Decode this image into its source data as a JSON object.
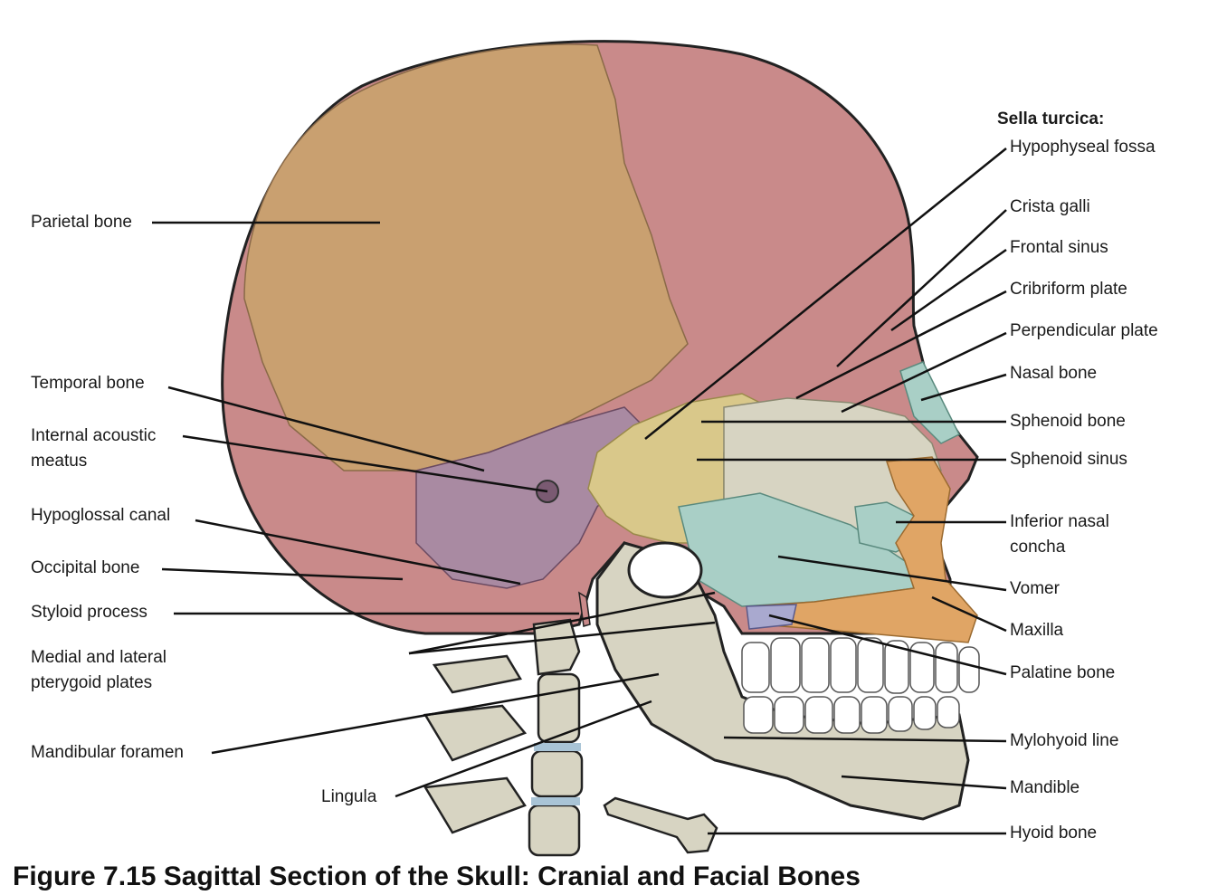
{
  "figure": {
    "caption": "Figure 7.15 Sagittal Section of the Skull: Cranial and Facial Bones",
    "colors": {
      "parietal": "#c9a070",
      "frontal_occipital": "#c98a8a",
      "temporal": "#a98aa2",
      "sphenoid": "#d9c88a",
      "ethmoid_mandible": "#d7d4c2",
      "vomer_nasal": "#a9cfc6",
      "maxilla": "#e0a565",
      "palatine": "#a9a9cf",
      "teeth": "#ffffff",
      "outline": "#222222"
    }
  },
  "labels": {
    "left": {
      "parietal_bone": "Parietal bone",
      "temporal_bone": "Temporal bone",
      "internal_acoustic_1": "Internal acoustic",
      "internal_acoustic_2": "meatus",
      "hypoglossal_canal": "Hypoglossal canal",
      "occipital_bone": "Occipital bone",
      "styloid_process": "Styloid process",
      "pterygoid_1": "Medial and lateral",
      "pterygoid_2": "pterygoid plates",
      "mandibular_foramen": "Mandibular foramen",
      "lingula": "Lingula"
    },
    "right": {
      "sella_turcica": "Sella turcica:",
      "hypophyseal_fossa": "Hypophyseal fossa",
      "crista_galli": "Crista galli",
      "frontal_sinus": "Frontal sinus",
      "cribriform_plate": "Cribriform plate",
      "perpendicular_plate": "Perpendicular plate",
      "nasal_bone": "Nasal bone",
      "sphenoid_bone": "Sphenoid bone",
      "sphenoid_sinus": "Sphenoid sinus",
      "inferior_nasal_1": "Inferior nasal",
      "inferior_nasal_2": "concha",
      "vomer": "Vomer",
      "maxilla": "Maxilla",
      "palatine_bone": "Palatine bone",
      "mylohyoid_line": "Mylohyoid line",
      "mandible": "Mandible",
      "hyoid_bone": "Hyoid bone"
    }
  }
}
